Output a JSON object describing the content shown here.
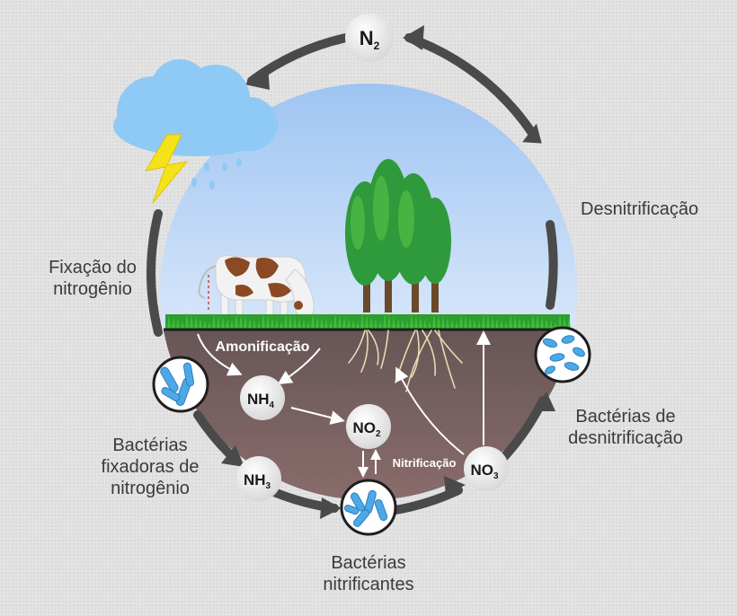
{
  "labels": {
    "fixation": [
      "Fixação do",
      "nitrogênio"
    ],
    "denitrification": "Desnitrificação",
    "ammonification": "Amonificação",
    "nitrification": "Nitrificação",
    "denitrifying_bacteria": [
      "Bactérias de",
      "desnitrificação"
    ],
    "fixing_bacteria": [
      "Bactérias",
      "fixadoras de",
      "nitrogênio"
    ],
    "nitrifying_bacteria": [
      "Bactérias",
      "nitrificantes"
    ]
  },
  "molecules": {
    "n2": {
      "base": "N",
      "sub": "2"
    },
    "nh4": {
      "base": "NH",
      "sub": "4"
    },
    "no2": {
      "base": "NO",
      "sub": "2"
    },
    "nh3": {
      "base": "NH",
      "sub": "3"
    },
    "no3": {
      "base": "NO",
      "sub": "3"
    }
  },
  "colors": {
    "sky_top": "#9ec4f2",
    "sky_bottom": "#ffffff",
    "soil_top": "#3a3a3a",
    "soil_bottom": "#8a6c6c",
    "grass": "#2e9e2e",
    "tree": "#2f9a3b",
    "cloud": "#8fc9f5",
    "lightning": "#f4e21a",
    "bacteria": "#4ca9e6",
    "cycle_ring": "#4a4a4a",
    "cow_spots": "#8b4a23"
  }
}
